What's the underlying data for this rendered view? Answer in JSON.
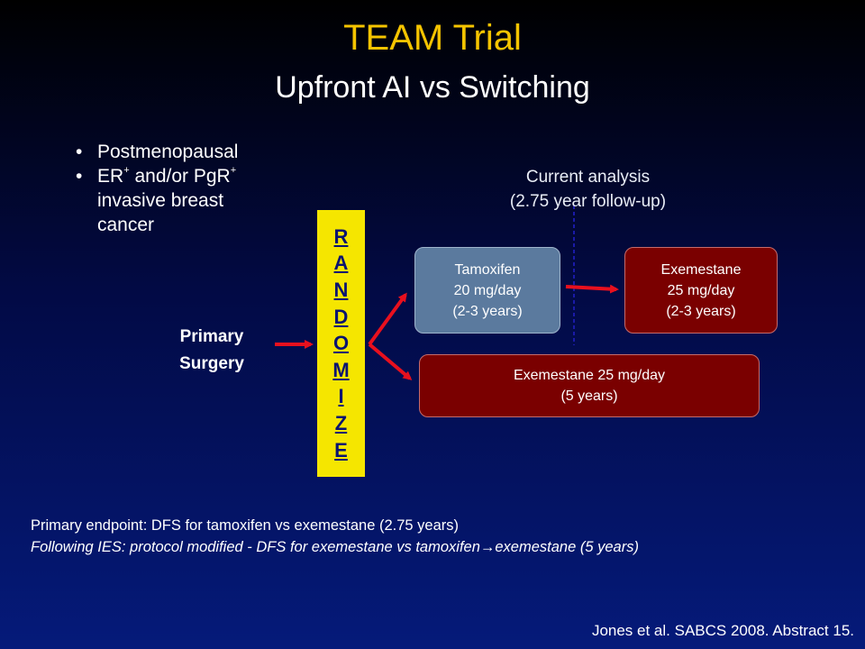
{
  "slide": {
    "title": "TEAM Trial",
    "subtitle": "Upfront AI vs Switching"
  },
  "population": {
    "bullet_1": "Postmenopausal",
    "bullet_2_prefix": "ER",
    "bullet_2_sup_1": "+",
    "bullet_2_middle": " and/or PgR",
    "bullet_2_sup_2": "+",
    "bullet_2_suffix": " invasive breast cancer"
  },
  "analysis": {
    "line_1": "Current analysis",
    "line_2": "(2.75 year follow-up)"
  },
  "randomize": {
    "letters": [
      "R",
      "A",
      "N",
      "D",
      "O",
      "M",
      "I",
      "Z",
      "E"
    ]
  },
  "entry": {
    "line_1": "Primary",
    "line_2": "Surgery"
  },
  "arms": {
    "tamoxifen": {
      "line_1": "Tamoxifen",
      "line_2": "20 mg/day",
      "line_3": "(2-3 years)"
    },
    "exemestane_switch": {
      "line_1": "Exemestane",
      "line_2": "25 mg/day",
      "line_3": "(2-3 years)"
    },
    "exemestane_upfront": {
      "line_1": "Exemestane 25 mg/day",
      "line_2": "(5 years)"
    }
  },
  "footer": {
    "primary_endpoint": "Primary endpoint: DFS for tamoxifen vs exemestane (2.75 years)",
    "protocol_note": "Following IES: protocol modified - DFS for exemestane vs tamoxifen→exemestane (5 years)",
    "citation": "Jones et al. SABCS 2008. Abstract 15."
  },
  "colors": {
    "title": "#f5c400",
    "randomize_bg": "#f5e600",
    "randomize_text": "#0a1470",
    "arrow": "#e8101e",
    "tamoxifen_box": "#5b7a9e",
    "exemestane_box": "#7a0000",
    "analysis_line": "#1a1aa8"
  }
}
